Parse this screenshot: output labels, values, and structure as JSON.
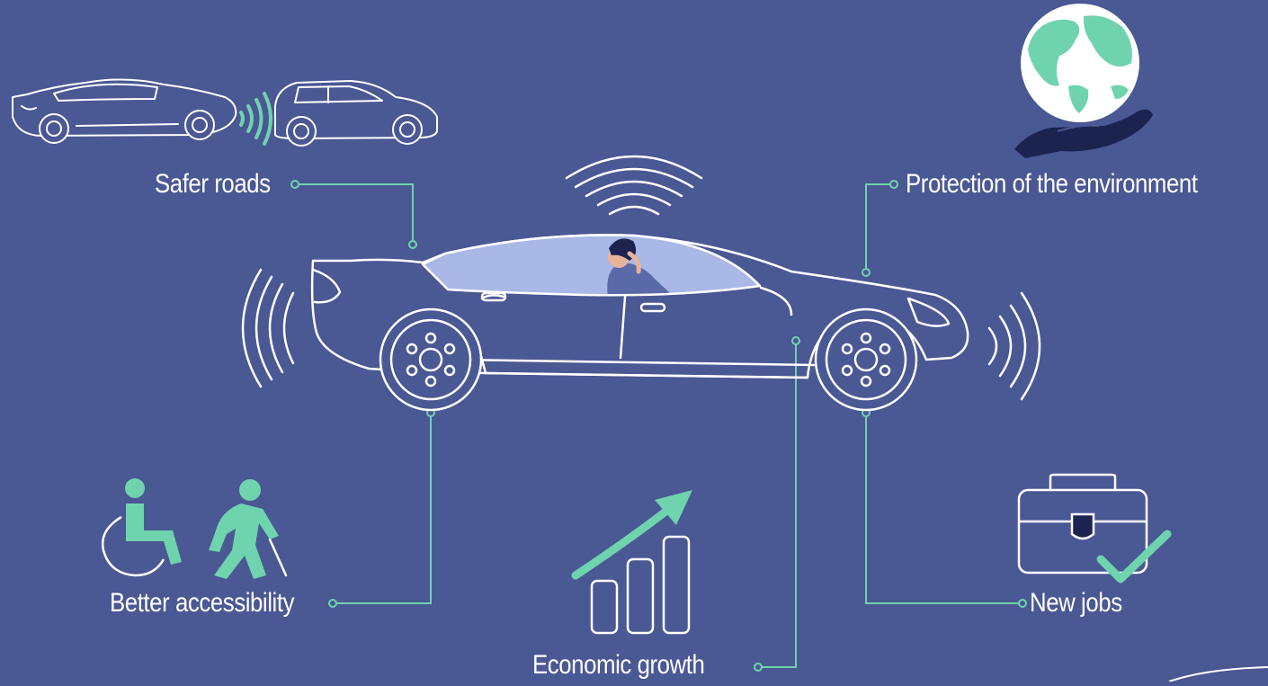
{
  "benefits": {
    "safer_roads": "Safer roads",
    "environment": "Protection of the environment",
    "accessibility": "Better accessibility",
    "economic_growth": "Economic growth",
    "new_jobs": "New jobs"
  },
  "colors": {
    "background": "#4a5894",
    "line_art": "#ffffff",
    "accent": "#6fd3ae",
    "dark_navy": "#1c2350",
    "glass": "#a9b8e6"
  },
  "icons": {
    "safer_roads": "two-cars-communicating-icon",
    "environment": "globe-in-hand-icon",
    "accessibility": "wheelchair-and-elderly-walker-icon",
    "economic_growth": "bar-chart-rising-arrow-icon",
    "new_jobs": "briefcase-checkmark-icon",
    "center": "self-driving-car-icon"
  }
}
